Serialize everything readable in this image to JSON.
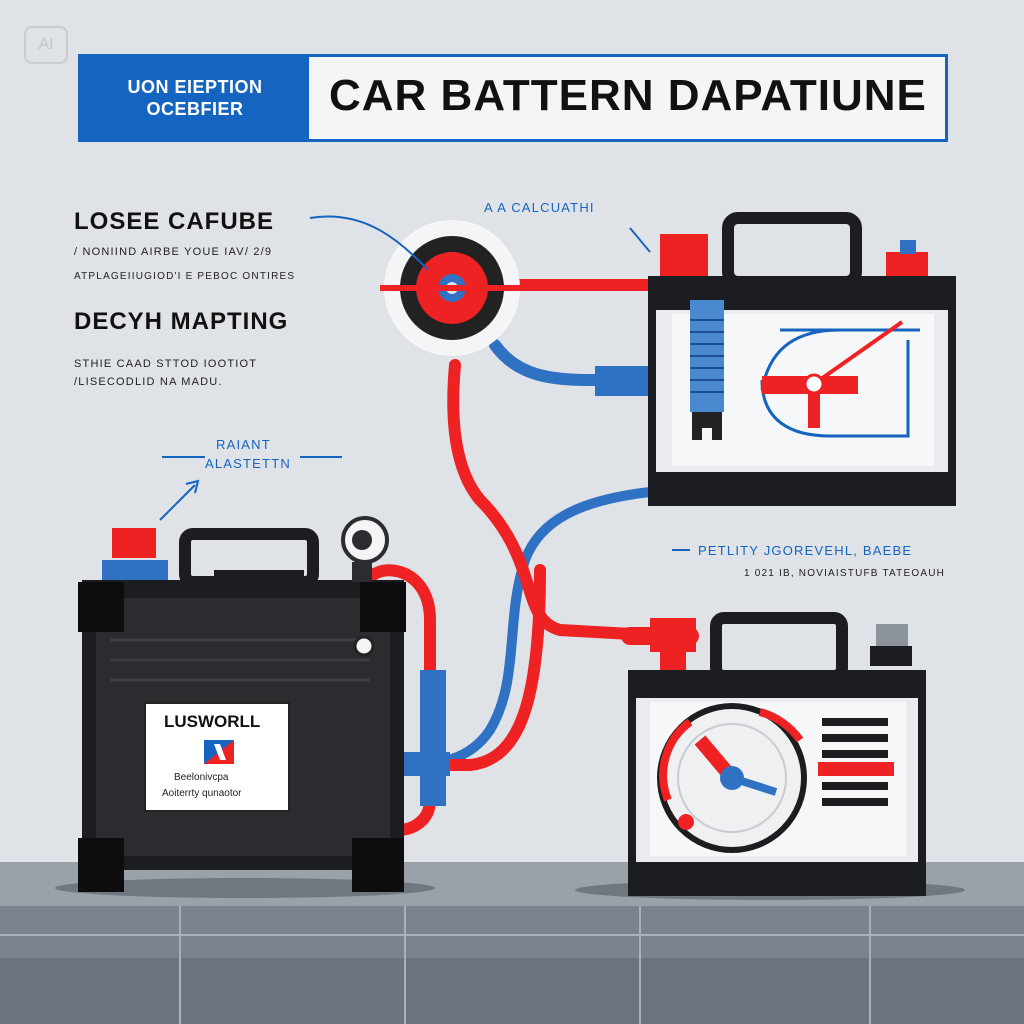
{
  "banner": {
    "left_line1": "UON EIEPTION",
    "left_line2": "OCEBFIER",
    "title": "CAR BATTERN DAPATIUNE"
  },
  "badge": {
    "text": "AI"
  },
  "left_panel": {
    "heading1": "LOSEE CAFUBE",
    "line1": "/ NONIIND AIRBE  YOUE  IAV/ 2/9",
    "line2": "ATPLAGEIIUGIOD'I E PEBOC ONTIRES",
    "heading2": "DECYH MAPTING",
    "line3": "STHIE CAAD STTOD IOOTIOT",
    "line4": "/LISECODLID NA MADU."
  },
  "callouts": {
    "top": "A A CALCUATHI",
    "mid_left_1": "RAIANT",
    "mid_left_2": "ALASTETTN",
    "right_1": "PETLITY JGOREVEHL, BAEBE",
    "right_2": "1 021 IB, NOVIAISTUFB TATEOAUH"
  },
  "battery_label": {
    "brand": "LUSWORLL",
    "line1": "Beelonivcpa",
    "line2": "Aoiterrty qunaotor"
  },
  "colors": {
    "background": "#dfe2e6",
    "accent_blue": "#1565c0",
    "cable_red": "#ee2222",
    "cable_blue": "#2f72c4",
    "battery_black": "#1c1d20",
    "floor": "#7c838c"
  }
}
